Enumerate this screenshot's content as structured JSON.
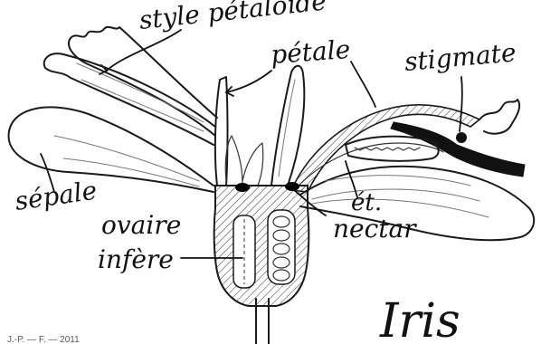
{
  "labels": {
    "style_petaloide": "style pétaloïde",
    "petale": "pétale",
    "stigmate": "stigmate",
    "sepale": "sépale",
    "et": "ét.",
    "nectar": "nectar",
    "ovaire": "ovaire",
    "infere": "infère",
    "title": "Iris"
  },
  "footer": {
    "credit": "J.-P. — F. — 2011"
  },
  "colors": {
    "ink": "#1a1a1a",
    "paper": "#ffffff",
    "nectar_gland": "#000000"
  }
}
